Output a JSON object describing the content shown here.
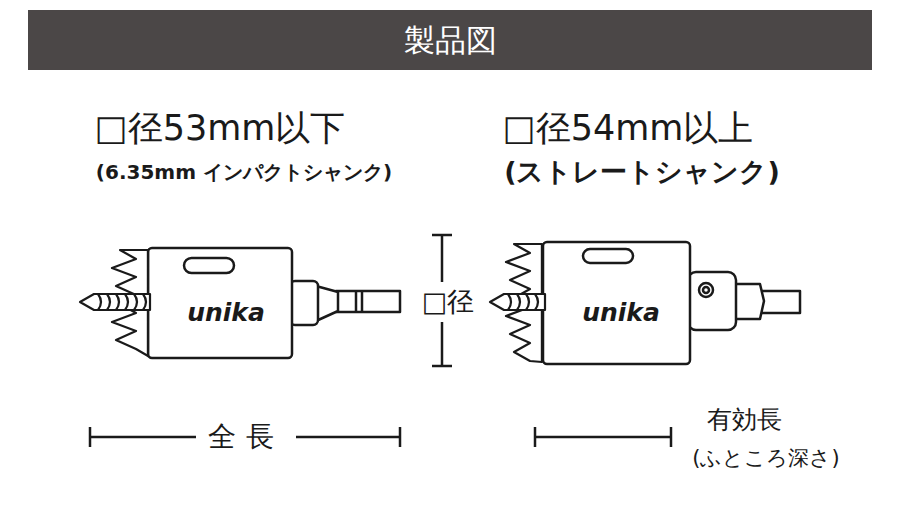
{
  "diagram": {
    "title": "製品図",
    "labels": [
      "□径53mm以下",
      "(6.35mm インパクトシャンク)",
      "□径54mm以上",
      "(ストレートシャンク)",
      "unika",
      "□径",
      "unika",
      "全長",
      "有効長",
      "(ふところ深さ)"
    ]
  }
}
